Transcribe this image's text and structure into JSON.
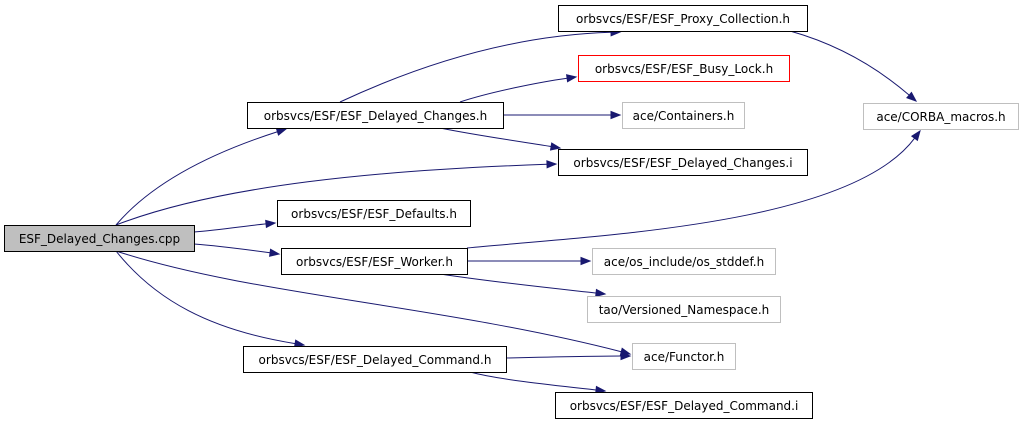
{
  "graph": {
    "colors": {
      "edge": "#191970",
      "root_fill": "#bfbfbf",
      "root_border": "#000000",
      "documented_border": "#000000",
      "undocumented_border": "#bfbfbf",
      "highlight_border": "#ff0000",
      "text": "#000000"
    },
    "nodes": [
      {
        "id": "root",
        "label": "ESF_Delayed_Changes.cpp",
        "kind": "root"
      },
      {
        "id": "delayed_changes_h",
        "label": "orbsvcs/ESF/ESF_Delayed_Changes.h",
        "kind": "documented"
      },
      {
        "id": "proxy_collection_h",
        "label": "orbsvcs/ESF/ESF_Proxy_Collection.h",
        "kind": "documented"
      },
      {
        "id": "busy_lock_h",
        "label": "orbsvcs/ESF/ESF_Busy_Lock.h",
        "kind": "highlight"
      },
      {
        "id": "containers_h",
        "label": "ace/Containers.h",
        "kind": "undocumented"
      },
      {
        "id": "corba_macros_h",
        "label": "ace/CORBA_macros.h",
        "kind": "undocumented"
      },
      {
        "id": "delayed_changes_i",
        "label": "orbsvcs/ESF/ESF_Delayed_Changes.i",
        "kind": "documented"
      },
      {
        "id": "defaults_h",
        "label": "orbsvcs/ESF/ESF_Defaults.h",
        "kind": "documented"
      },
      {
        "id": "worker_h",
        "label": "orbsvcs/ESF/ESF_Worker.h",
        "kind": "documented"
      },
      {
        "id": "os_stddef_h",
        "label": "ace/os_include/os_stddef.h",
        "kind": "undocumented"
      },
      {
        "id": "versioned_ns_h",
        "label": "tao/Versioned_Namespace.h",
        "kind": "undocumented"
      },
      {
        "id": "delayed_command_h",
        "label": "orbsvcs/ESF/ESF_Delayed_Command.h",
        "kind": "documented"
      },
      {
        "id": "functor_h",
        "label": "ace/Functor.h",
        "kind": "undocumented"
      },
      {
        "id": "delayed_command_i",
        "label": "orbsvcs/ESF/ESF_Delayed_Command.i",
        "kind": "documented"
      }
    ],
    "edges": [
      {
        "from": "root",
        "to": "delayed_changes_h"
      },
      {
        "from": "root",
        "to": "delayed_changes_i"
      },
      {
        "from": "root",
        "to": "defaults_h"
      },
      {
        "from": "root",
        "to": "worker_h"
      },
      {
        "from": "root",
        "to": "functor_h"
      },
      {
        "from": "root",
        "to": "delayed_command_h"
      },
      {
        "from": "delayed_changes_h",
        "to": "proxy_collection_h"
      },
      {
        "from": "delayed_changes_h",
        "to": "busy_lock_h"
      },
      {
        "from": "delayed_changes_h",
        "to": "containers_h"
      },
      {
        "from": "delayed_changes_h",
        "to": "delayed_changes_i"
      },
      {
        "from": "proxy_collection_h",
        "to": "corba_macros_h"
      },
      {
        "from": "worker_h",
        "to": "corba_macros_h"
      },
      {
        "from": "worker_h",
        "to": "os_stddef_h"
      },
      {
        "from": "worker_h",
        "to": "versioned_ns_h"
      },
      {
        "from": "delayed_command_h",
        "to": "functor_h"
      },
      {
        "from": "delayed_command_h",
        "to": "delayed_command_i"
      }
    ]
  }
}
